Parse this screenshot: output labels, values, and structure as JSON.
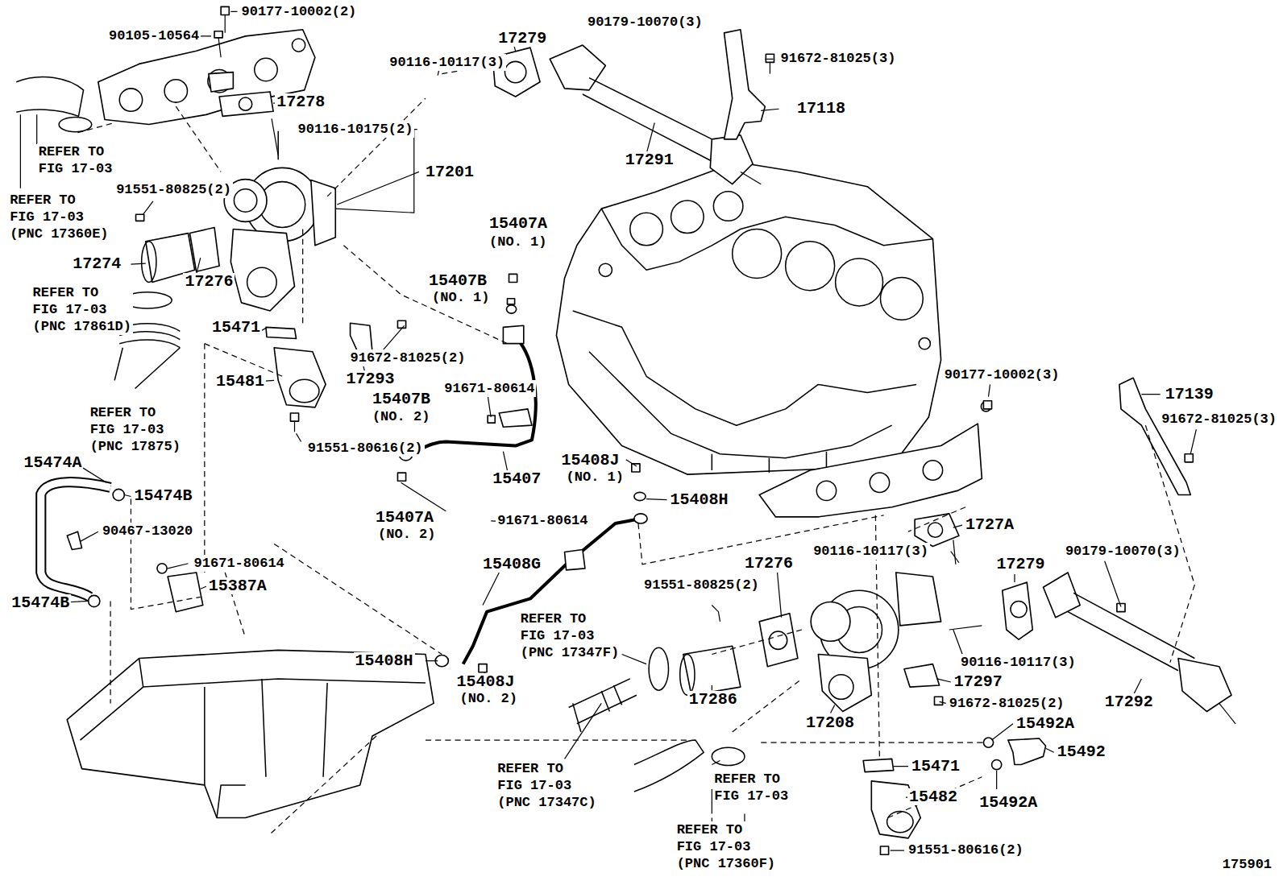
{
  "diagram": {
    "labels": [
      "90177-10002(2)",
      "90105-10564",
      "17279",
      "90179-10070(3)",
      "91672-81025(3)",
      "90116-10117(3)",
      "17278",
      "17118",
      "90116-10175(2)",
      "REFER TO FIG 17-03",
      "REFER TO FIG 17-03 (PNC 17360E)",
      "17201",
      "17291",
      "91551-80825(2)",
      "15407A",
      "(NO. 1)",
      "17274",
      "17276",
      "15407B",
      "(NO. 1)",
      "REFER TO FIG 17-03 (PNC 17861D)",
      "15471",
      "91672-81025(2)",
      "17293",
      "15481",
      "15407B",
      "(NO. 2)",
      "91671-80614",
      "REFER TO FIG 17-03 (PNC 17875)",
      "91551-80616(2)",
      "15407",
      "90177-10002(3)",
      "17139",
      "91672-81025(3)",
      "15474A",
      "15408J",
      "(NO. 1)",
      "15408H",
      "15474B",
      "15407A",
      "(NO. 2)",
      "91671-80614",
      "1727A",
      "90467-13020",
      "17276",
      "90116-10117(3)",
      "17279",
      "90179-10070(3)",
      "15408G",
      "91671-80614",
      "15387A",
      "91551-80825(2)",
      "15474B",
      "REFER TO FIG 17-03 (PNC 17347F)",
      "15408H",
      "90116-10117(3)",
      "17297",
      "15408J",
      "(NO. 2)",
      "17286",
      "91672-81025(2)",
      "17292",
      "17208",
      "15492A",
      "15492",
      "15471",
      "REFER TO FIG 17-03 (PNC 17347C)",
      "REFER TO FIG 17-03",
      "15482",
      "15492A",
      "REFER TO FIG 17-03 (PNC 17360F)",
      "91551-80616(2)",
      "175901"
    ]
  }
}
